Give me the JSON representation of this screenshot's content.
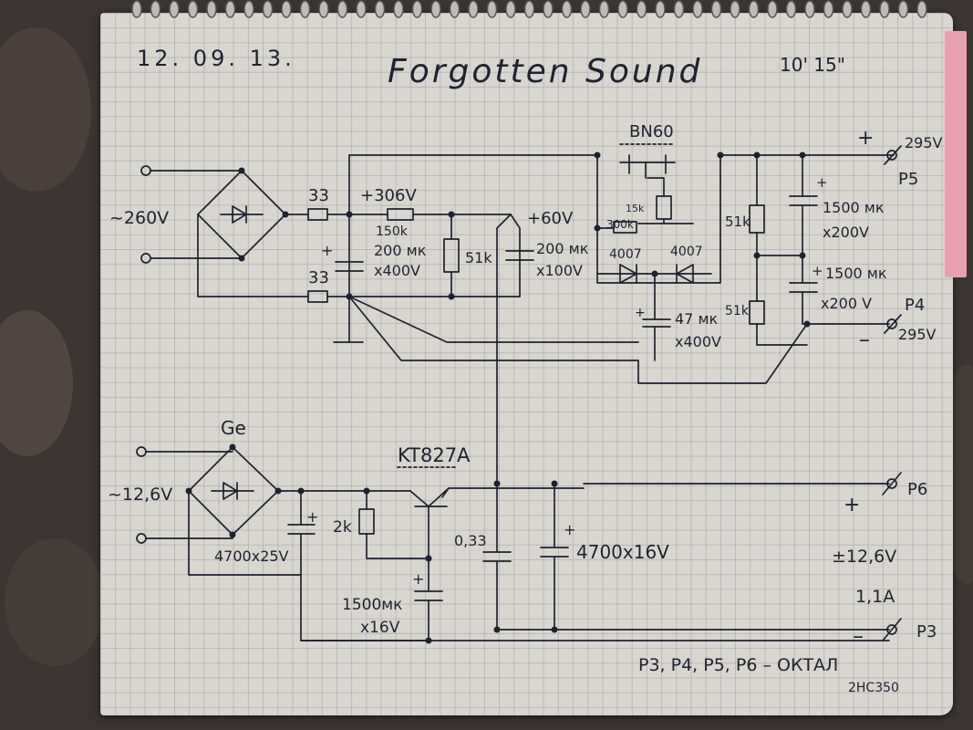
{
  "header": {
    "date": "12. 09. 13.",
    "title": "Forgotten Sound",
    "time": "10' 15\""
  },
  "hv_supply": {
    "input_label": "~260V",
    "resistor_top": "33",
    "resistor_bottom": "33",
    "rail_306": "+306V",
    "resistor_150k": "150k",
    "cap_200_400_value": "200 мк",
    "cap_200_400_voltage": "x400V",
    "resistor_51k_a": "51k",
    "rail_60": "+60V",
    "cap_200_100_value": "200 мк",
    "cap_200_100_voltage": "x100V",
    "transistor": "BN60",
    "resistor_15k": "15k",
    "resistor_300k": "300k",
    "diode_a": "4007",
    "diode_b": "4007",
    "cap_47_value": "47 мк",
    "cap_47_voltage": "x400V",
    "resistor_51k_b": "51k",
    "resistor_51k_c": "51k",
    "cap_1500_a_value": "1500 мк",
    "cap_1500_a_voltage": "x200V",
    "cap_1500_b_value": "1500 мк",
    "cap_1500_b_voltage": "x200 V",
    "out_p5_voltage": "295V",
    "out_p5_name": "P5",
    "out_p4_name": "P4",
    "out_p4_voltage": "295V",
    "plus": "+",
    "minus": "–"
  },
  "lv_supply": {
    "bridge_label": "Ge",
    "input_label": "~12,6V",
    "cap_4700_25": "4700x25V",
    "resistor_2k": "2k",
    "transistor": "KT827A",
    "cap_033": "0,33",
    "cap_1500_value": "1500мк",
    "cap_1500_voltage": "x16V",
    "cap_4700_16": "4700x16V",
    "out_p6_name": "P6",
    "out_p3_name": "P3",
    "output_voltage": "±12,6V",
    "output_current": "1,1A",
    "plus": "+",
    "minus": "–"
  },
  "footnote": {
    "line1": "P3, P4, P5, P6 – ОКТАЛ",
    "line2": "2НС350"
  },
  "colors": {
    "ink": "#1e2230",
    "paper": "#d9d6cf",
    "grid": "#828c96",
    "tab": "#e8a0b0"
  }
}
